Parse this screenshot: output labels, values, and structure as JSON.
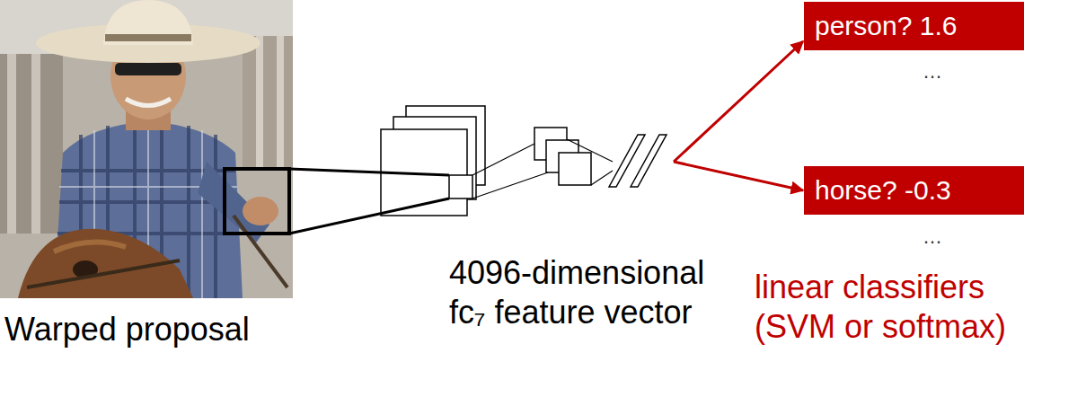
{
  "diagram": {
    "nodes": [
      {
        "text": [
          "Warped proposal"
        ]
      },
      {
        "text": [
          "4096-dimensional fc₇ feature vector"
        ]
      },
      {
        "text": [
          "person? 1.6"
        ]
      },
      {
        "text": [
          "horse? -0.3"
        ]
      }
    ],
    "edges": [
      {
        "from": 0,
        "to": 1,
        "arrow": "none"
      },
      {
        "from": 1,
        "to": 2,
        "arrow": "to"
      },
      {
        "from": 1,
        "to": 3,
        "arrow": "to"
      }
    ],
    "labels": [
      "…",
      "…",
      "linear classifiers (SVM or softmax)"
    ]
  }
}
